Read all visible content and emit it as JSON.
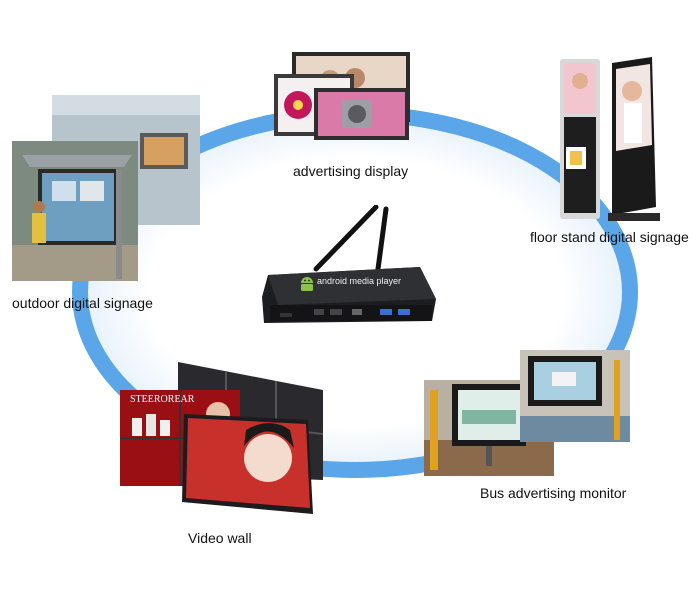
{
  "labels": {
    "advertising_display": "advertising display",
    "floor_stand": "floor stand digital signage",
    "outdoor": "outdoor digital signage",
    "video_wall": "Video wall",
    "bus_monitor": "Bus advertising monitor"
  },
  "device": {
    "screen_text": "android media player",
    "logo_icon": "android-robot-icon"
  },
  "video_wall_brand": "STEEROREAR",
  "colors": {
    "ring": "#5aa6e8",
    "ring_light": "#cfe6f8",
    "device_body": "#1c1d20",
    "android_green": "#8bc34a"
  }
}
